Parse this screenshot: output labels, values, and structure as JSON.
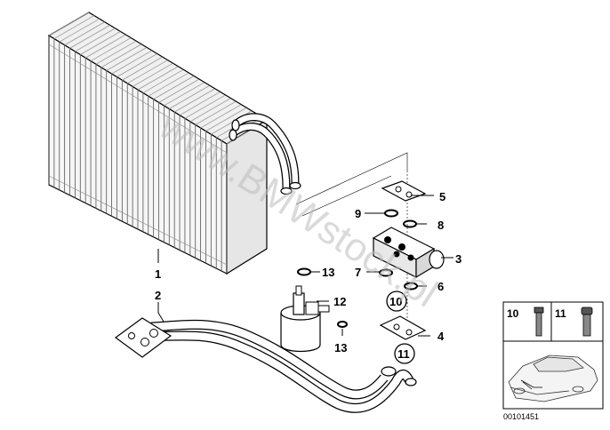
{
  "diagram": {
    "callouts": {
      "c1": "1",
      "c2": "2",
      "c3": "3",
      "c4": "4",
      "c5": "5",
      "c6": "6",
      "c7": "7",
      "c8": "8",
      "c9": "9",
      "c10": "10",
      "c11": "11",
      "c12": "12",
      "c13a": "13",
      "c13b": "13"
    },
    "inset": {
      "label_10": "10",
      "label_11": "11",
      "code": "00101451"
    },
    "watermark": "www.BMWstock.pl"
  }
}
